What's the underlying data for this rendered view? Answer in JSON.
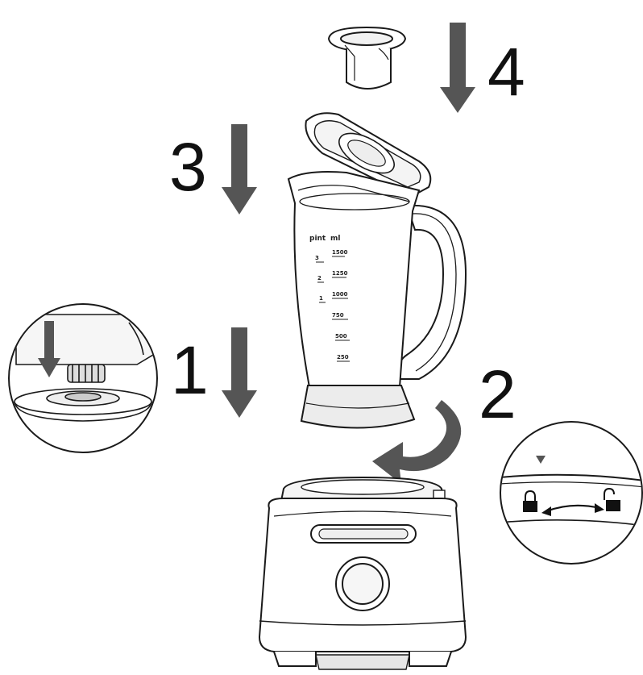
{
  "steps": {
    "step1": "1",
    "step2": "2",
    "step3": "3",
    "step4": "4"
  },
  "jar_scale": {
    "header_pints": "pint",
    "header_ml": "ml",
    "pints": [
      "3",
      "2",
      "1"
    ],
    "ml": [
      "1500",
      "1250",
      "1000",
      "750",
      "500",
      "250"
    ]
  },
  "lock_indicator": {
    "locked_icon": "padlock-closed-icon",
    "unlocked_icon": "padlock-open-icon",
    "marker_icon": "triangle-down-icon"
  },
  "colors": {
    "arrow": "#555555",
    "outline": "#1a1a1a",
    "shade": "#e8e8e8"
  }
}
